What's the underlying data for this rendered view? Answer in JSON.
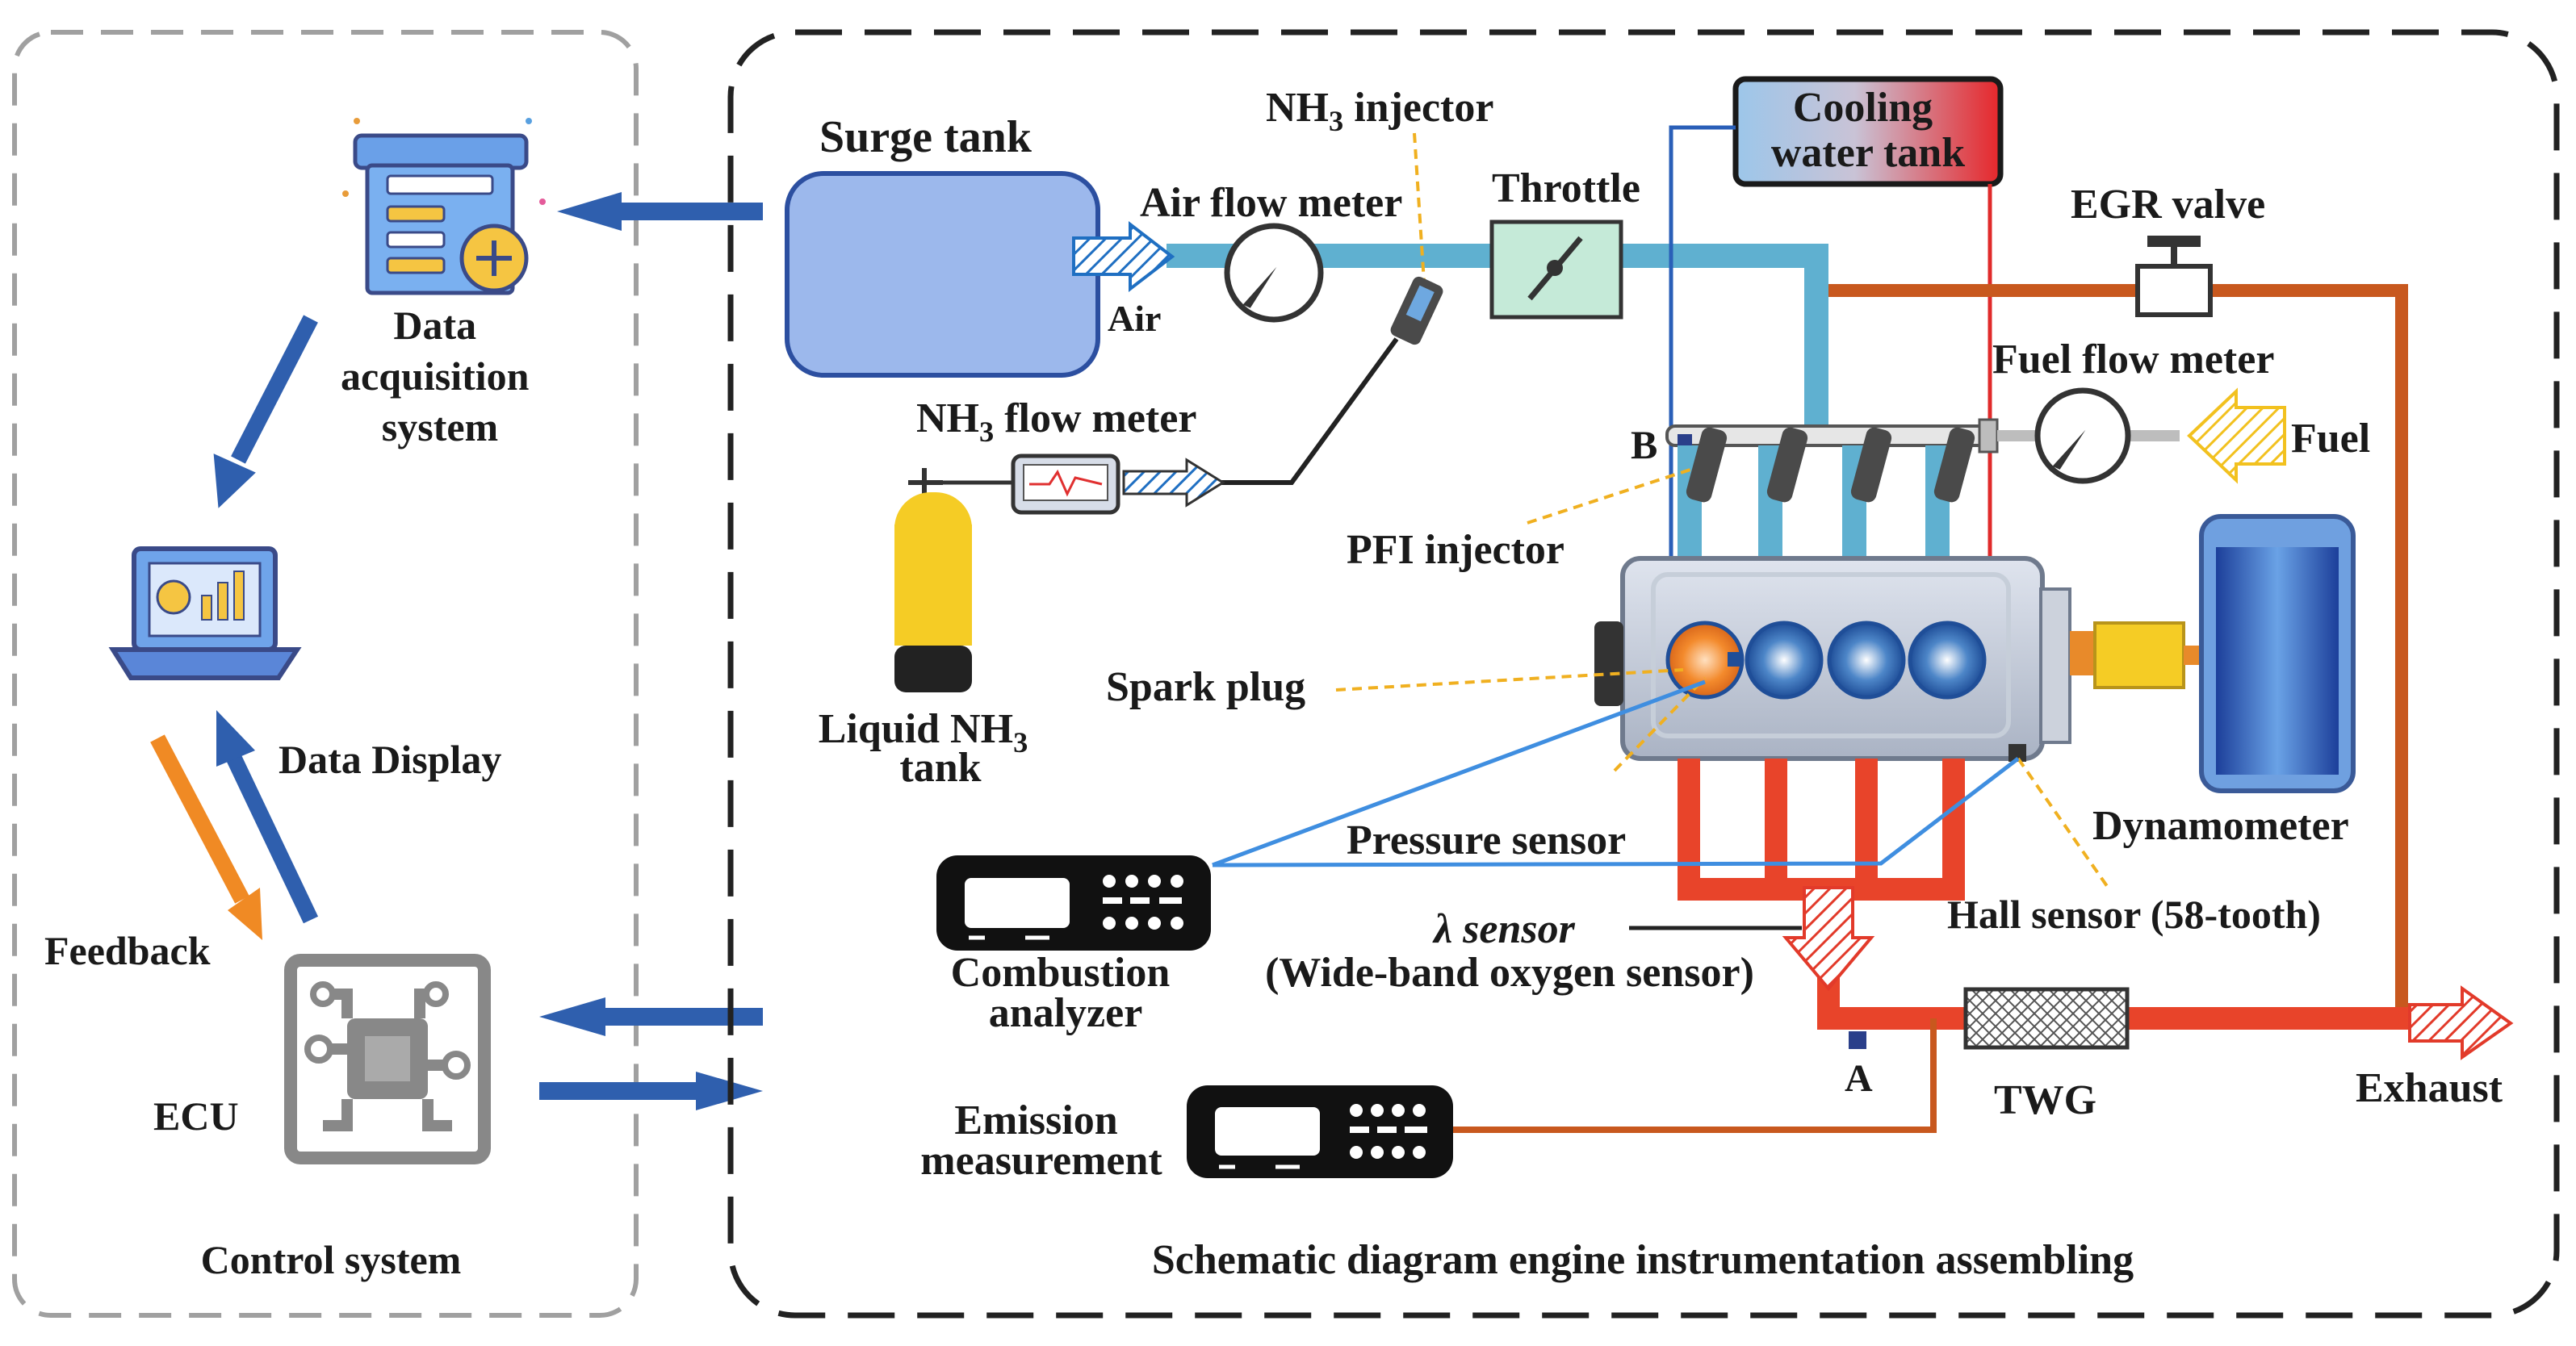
{
  "left_panel": {
    "title": "Control system",
    "data_acquisition": [
      "Data",
      "acquisition",
      "system"
    ],
    "data_display": "Data Display",
    "feedback": "Feedback",
    "ecu": "ECU"
  },
  "right_panel": {
    "title": "Schematic diagram engine instrumentation assembling",
    "surge_tank": "Surge tank",
    "air": "Air",
    "air_flow_meter": "Air flow meter",
    "nh3_injector": {
      "pre": "NH",
      "sub": "3",
      "post": " injector"
    },
    "throttle": "Throttle",
    "cooling_water_tank": [
      "Cooling",
      "water tank"
    ],
    "egr_valve": "EGR valve",
    "fuel_flow_meter": "Fuel flow meter",
    "fuel": "Fuel",
    "b_label": "B",
    "nh3_flow_meter": {
      "pre": "NH",
      "sub": "3",
      "post": " flow meter"
    },
    "pfi_injector": "PFI injector",
    "liquid_nh3_tank": {
      "pre": "Liquid NH",
      "sub": "3",
      "line2": "tank"
    },
    "spark_plug": "Spark plug",
    "pressure_sensor": "Pressure sensor",
    "dynamometer": "Dynamometer",
    "combustion_analyzer": [
      "Combustion",
      "analyzer"
    ],
    "lambda_sensor": [
      "λ sensor",
      "(Wide-band oxygen sensor)"
    ],
    "hall_sensor": "Hall sensor (58-tooth)",
    "a_label": "A",
    "twg": "TWG",
    "exhaust": "Exhaust",
    "emission_measurement": [
      "Emission",
      "measurement"
    ]
  },
  "colors": {
    "dashed_gray": "#a0a0a0",
    "dashed_black": "#222222",
    "blue_arrow": "#2f5fae",
    "orange_arrow": "#f08a24",
    "intake_pipe": "#5fb0d0",
    "exhaust_pipe": "#e8442a",
    "egr_pipe": "#c8581e",
    "coolant_blue": "#2a5fb8",
    "coolant_red": "#e02a2a"
  }
}
